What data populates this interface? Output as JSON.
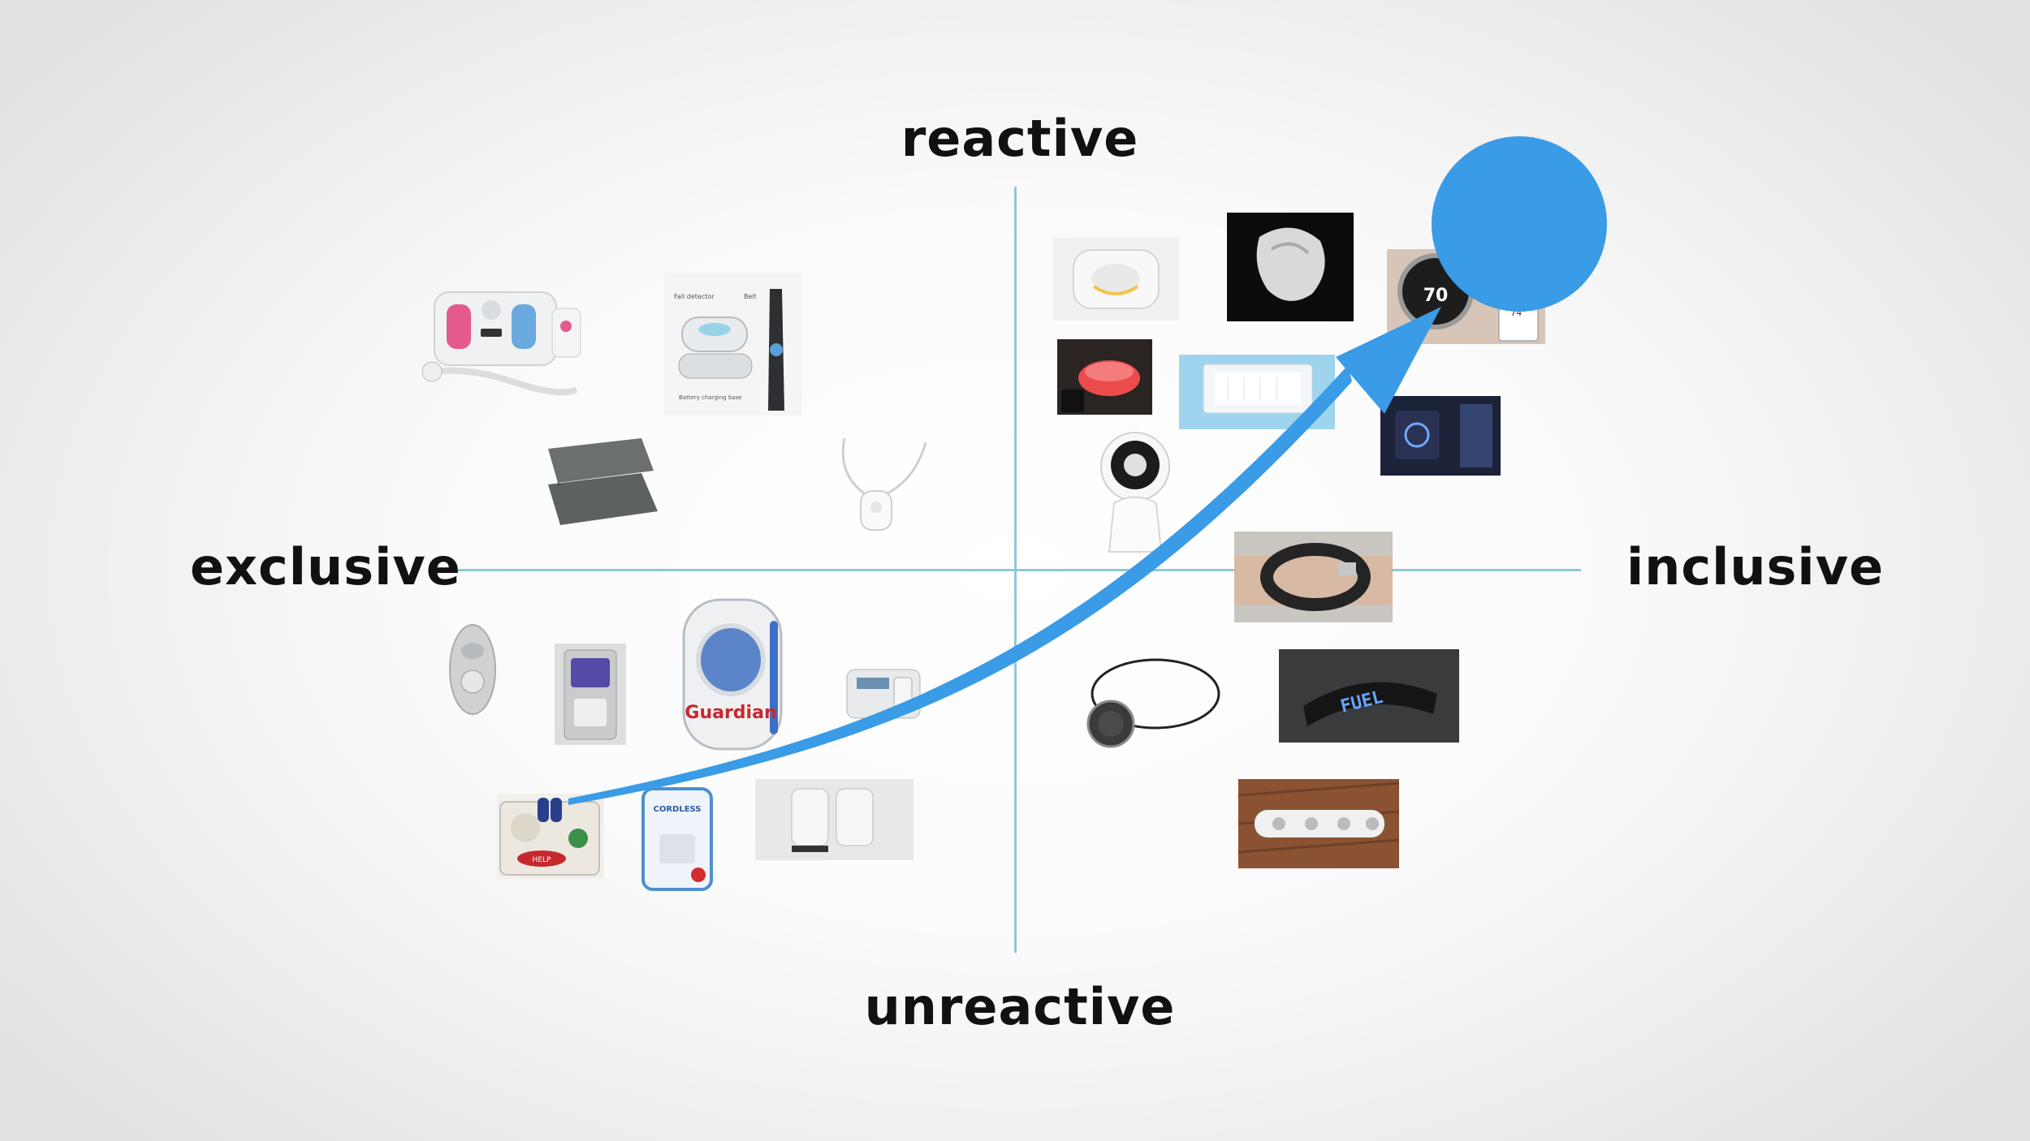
{
  "axes": {
    "top": "reactive",
    "bottom": "unreactive",
    "left": "exclusive",
    "right": "inclusive"
  },
  "colors": {
    "axis_line": "#8ec9d6",
    "accent_blue": "#3a9be6",
    "label": "#111111"
  },
  "products": {
    "thermostat_reading": "70",
    "app_reading": "74°",
    "fall_detector_label": "Fall detector",
    "belt_label": "Belt",
    "charging_base_label": "Battery charging base",
    "guardian_brand": "Guardian",
    "cordless_label": "CORDLESS",
    "fuel_label": "FUEL",
    "help_label": "HELP"
  }
}
